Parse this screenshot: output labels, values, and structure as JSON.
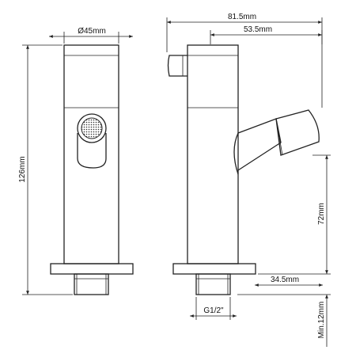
{
  "dimensions": {
    "front_diameter": "Ø45mm",
    "total_height": "126mm",
    "total_depth": "81.5mm",
    "handle_offset": "53.5mm",
    "spout_height": "72mm",
    "spout_reach": "34.5mm",
    "thread": "G1/2\"",
    "min_clearance": "Min.12mm"
  }
}
